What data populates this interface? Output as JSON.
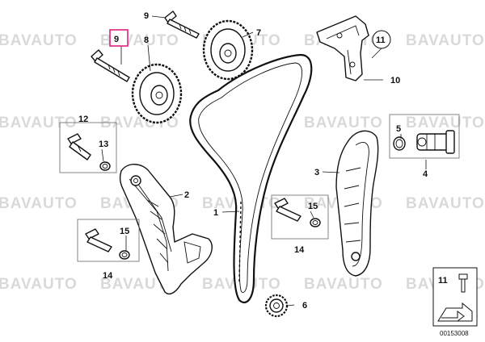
{
  "watermark": "BAVAUTO",
  "callouts": {
    "c1": "1",
    "c2": "2",
    "c3": "3",
    "c4": "4",
    "c5": "5",
    "c6": "6",
    "c7": "7",
    "c8": "8",
    "c9_bolt": "9",
    "c9_selected": "9",
    "c10": "10",
    "c11_ring": "11",
    "c11_key": "11",
    "c12": "12",
    "c13": "13",
    "c14_left": "14",
    "c14_right": "14",
    "c15_left": "15",
    "c15_right": "15"
  },
  "diagram_code": "00153008",
  "colors": {
    "highlight": "#e0217c",
    "watermark": "#d9d9d9",
    "line": "#111111"
  }
}
